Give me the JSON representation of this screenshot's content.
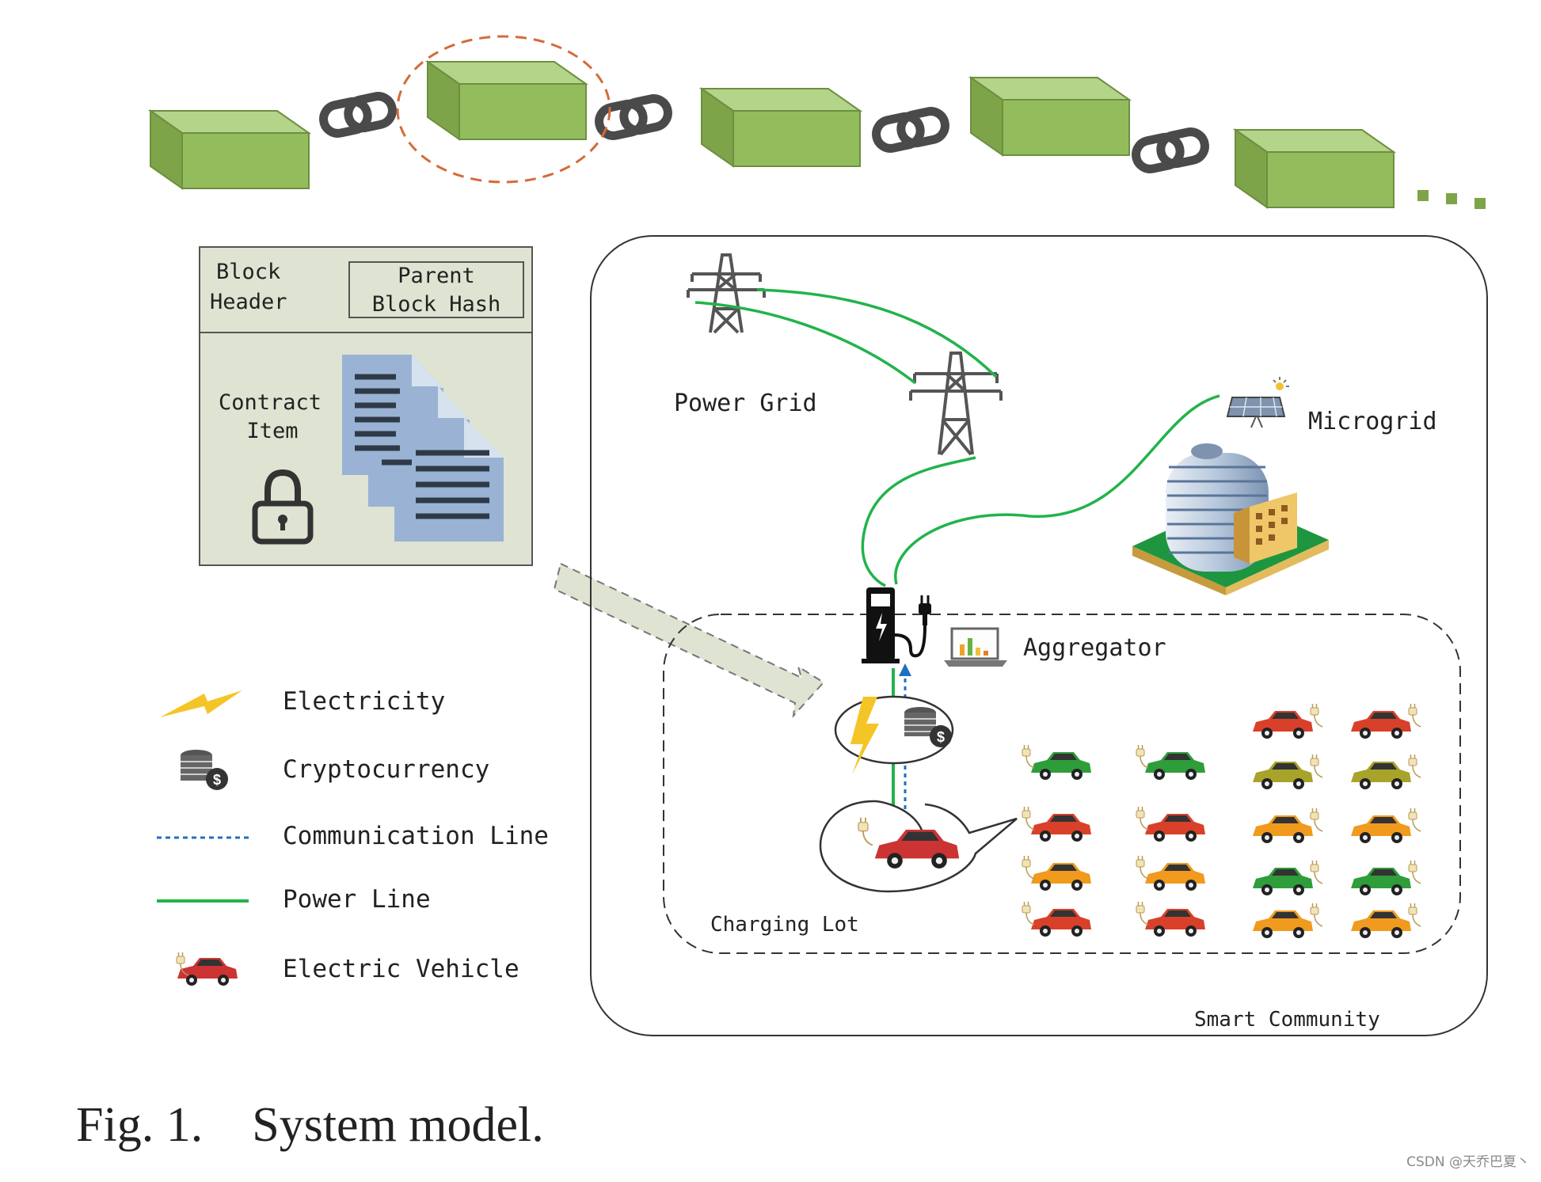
{
  "figure": {
    "caption_label": "Fig. 1.",
    "caption_text": "System model."
  },
  "block_detail": {
    "header_label_line1": "Block",
    "header_label_line2": "Header",
    "parent_hash_line1": "Parent",
    "parent_hash_line2": "Block Hash",
    "contract_line1": "Contract",
    "contract_line2": "Item"
  },
  "legend": [
    {
      "icon": "lightning-icon",
      "label": "Electricity"
    },
    {
      "icon": "coins-icon",
      "label": "Cryptocurrency"
    },
    {
      "icon": "dotted-line-icon",
      "label": "Communication Line"
    },
    {
      "icon": "solid-line-icon",
      "label": "Power Line"
    },
    {
      "icon": "car-icon",
      "label": "Electric Vehicle"
    }
  ],
  "nodes": {
    "power_grid": "Power Grid",
    "microgrid": "Microgrid",
    "aggregator": "Aggregator",
    "charging_lot": "Charging Lot",
    "smart_community": "Smart Community"
  },
  "colors": {
    "block_green": "#93bd5d",
    "panel_bg": "#dfe3d2",
    "power_line": "#22b34c",
    "comm_line": "#1f6fc2",
    "chain": "#4a4a4a",
    "highlight_ring": "#d46b3a"
  },
  "watermark": "CSDN @天乔巴夏丶"
}
